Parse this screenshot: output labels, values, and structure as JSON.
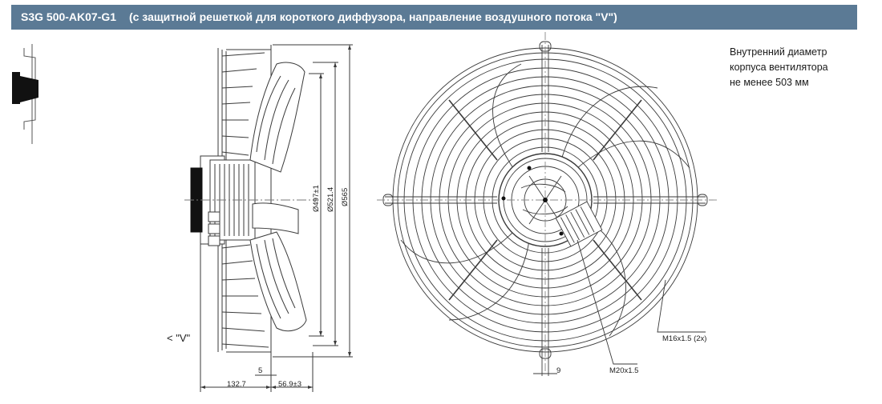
{
  "header": {
    "model": "S3G 500-AK07-G1",
    "description": "(с защитной решеткой для короткого диффузора, направление воздушного потока \"V\")"
  },
  "note": {
    "line1": "Внутренний диаметр",
    "line2": "корпуса вентилятора",
    "line3": "не менее 503 мм"
  },
  "dims": {
    "d497": "Ø497±1",
    "d521": "Ø521.4",
    "d565": "Ø565",
    "w5": "5",
    "w1327": "132.7",
    "w569": "56.9±3",
    "w9": "9",
    "m20": "M20x1.5",
    "m16": "M16x1.5 (2x)",
    "airflow": "< \"V\""
  },
  "colors": {
    "header_bg": "#5b7a95",
    "line": "#3a3a3a",
    "fill": "#ffffff",
    "dark": "#111111"
  }
}
